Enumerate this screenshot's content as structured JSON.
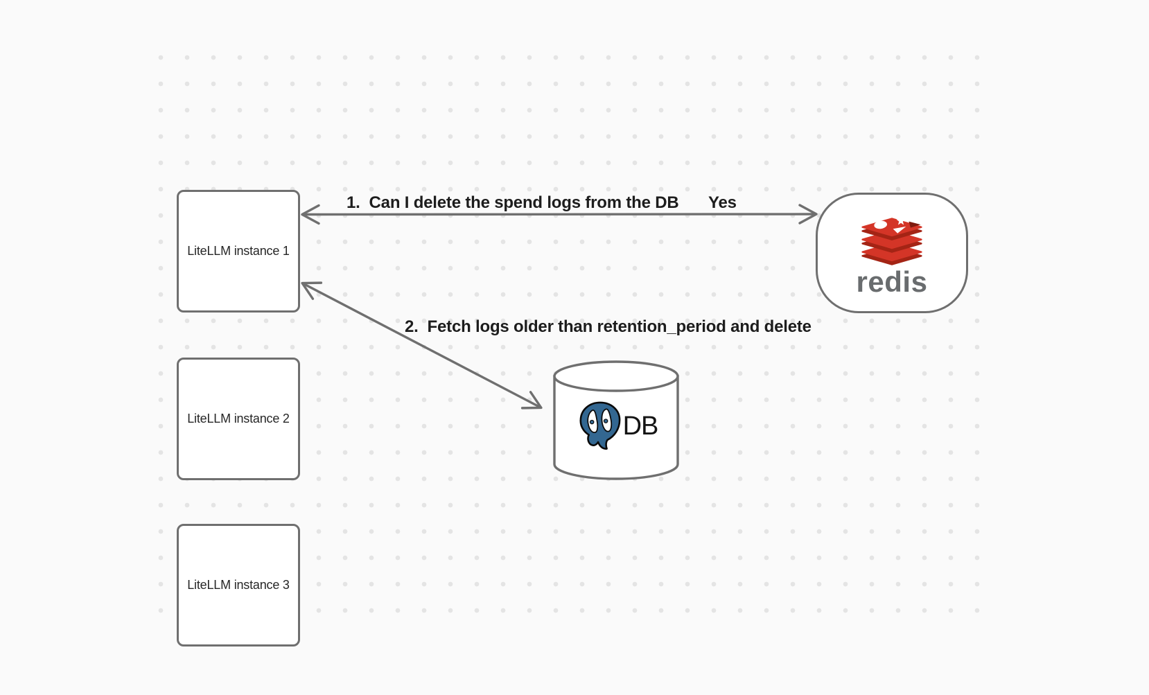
{
  "canvas": {
    "background_color": "#fafafa",
    "dot_color": "#e4e4e4",
    "stroke_color": "#6f6f6f",
    "label_color": "#1d1d1d"
  },
  "nodes": {
    "litellm1": {
      "label": "LiteLLM instance 1"
    },
    "litellm2": {
      "label": "LiteLLM instance 2"
    },
    "litellm3": {
      "label": "LiteLLM instance 3"
    },
    "redis": {
      "label": "redis",
      "icon": "redis-logo-icon",
      "brand_red": "#d43527",
      "brand_red_dark": "#a42415",
      "wordmark_color": "#696c6e"
    },
    "db": {
      "label": "DB",
      "icon": "postgresql-elephant-icon",
      "brand_blue": "#336791"
    }
  },
  "edges": [
    {
      "label": "1.  Can I delete the spend logs from the DB",
      "response": "Yes",
      "from": "litellm1",
      "to": "redis",
      "arrowheads": "both"
    },
    {
      "label": "2.  Fetch logs older than retention_period and delete",
      "from": "litellm1",
      "to": "db",
      "arrowheads": "both"
    }
  ]
}
